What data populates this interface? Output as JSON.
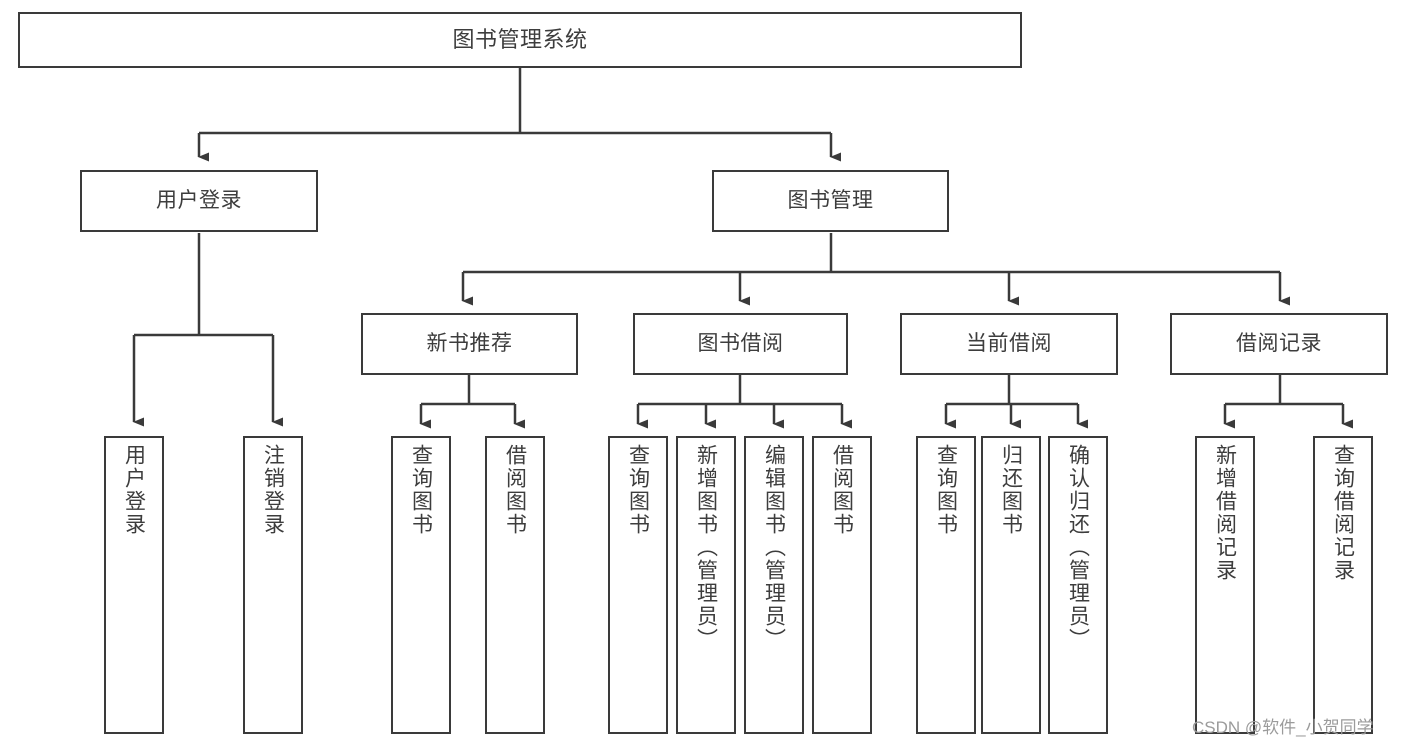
{
  "diagram": {
    "title": "图书管理系统",
    "type": "tree-hierarchy-chart",
    "colors": {
      "box_border": "#3a3a3a",
      "box_fill": "#ffffff",
      "connector": "#3a3a3a",
      "text": "#3d3d3d",
      "watermark": "#9b9b9b",
      "background": "#ffffff"
    },
    "root": {
      "label": "图书管理系统"
    },
    "level1": [
      {
        "label": "用户登录"
      },
      {
        "label": "图书管理"
      }
    ],
    "level2": [
      {
        "label": "新书推荐"
      },
      {
        "label": "图书借阅"
      },
      {
        "label": "当前借阅"
      },
      {
        "label": "借阅记录"
      }
    ],
    "leaves": {
      "user_login": [
        {
          "label": "用户登录"
        },
        {
          "label": "注销登录"
        }
      ],
      "new_book_recommend": [
        {
          "label": "查询图书"
        },
        {
          "label": "借阅图书"
        }
      ],
      "book_borrow": [
        {
          "label": "查询图书"
        },
        {
          "label": "新增图书（管理员）"
        },
        {
          "label": "编辑图书（管理员）"
        },
        {
          "label": "借阅图书"
        }
      ],
      "current_borrow": [
        {
          "label": "查询图书"
        },
        {
          "label": "归还图书"
        },
        {
          "label": "确认归还（管理员）"
        }
      ],
      "borrow_record": [
        {
          "label": "新增借阅记录"
        },
        {
          "label": "查询借阅记录"
        }
      ]
    },
    "watermark": "CSDN @软件_小贺同学"
  }
}
